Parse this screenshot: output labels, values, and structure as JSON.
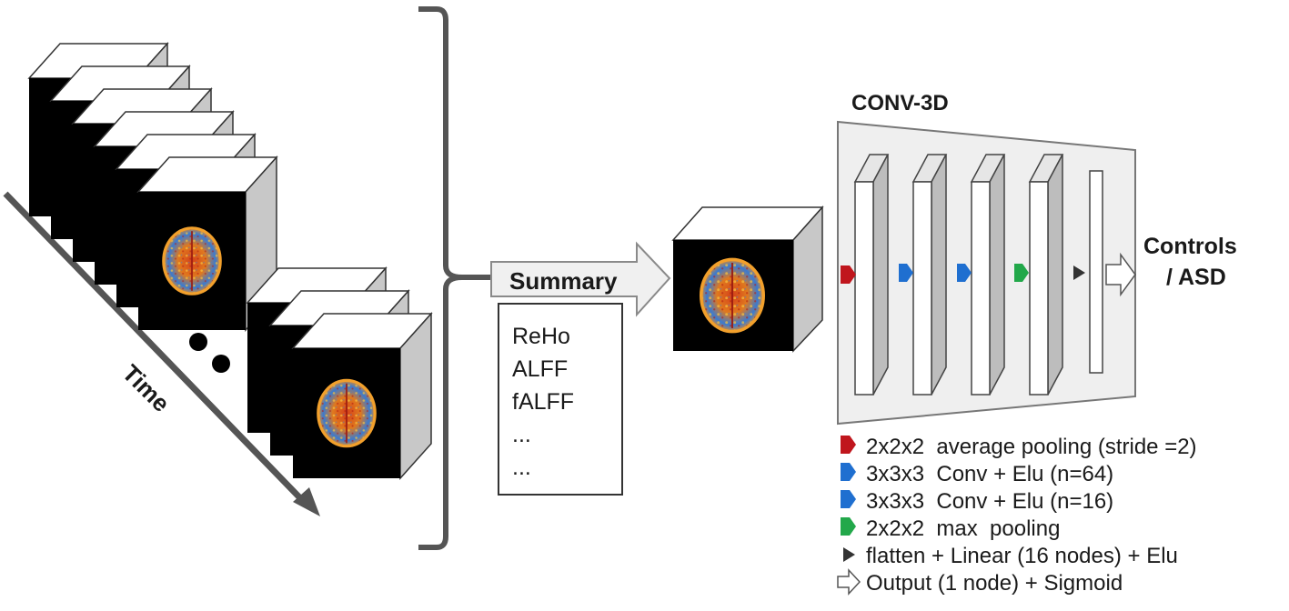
{
  "time_label": "Time",
  "summary_label": "Summary",
  "metrics": [
    "ReHo",
    "ALFF",
    "fALFF",
    "...",
    "..."
  ],
  "conv_title": "CONV-3D",
  "output_label": [
    "Controls",
    "/ ASD"
  ],
  "legend": [
    {
      "text": "2x2x2  average pooling (stride =2)",
      "icon": "red-pentagon-icon",
      "color": "#c0161d"
    },
    {
      "text": "3x3x3  Conv + Elu (n=64)",
      "icon": "blue-pentagon-icon",
      "color": "#1f6fd0"
    },
    {
      "text": "3x3x3  Conv + Elu (n=16)",
      "icon": "blue-pentagon-icon",
      "color": "#1f6fd0"
    },
    {
      "text": "2x2x2  max  pooling",
      "icon": "green-pentagon-icon",
      "color": "#22a84a"
    },
    {
      "text": "flatten + Linear (16 nodes) + Elu",
      "icon": "dark-triangle-icon",
      "color": "#333333"
    },
    {
      "text": "Output (1 node) + Sigmoid",
      "icon": "hollow-arrow-icon",
      "color": "#ffffff"
    }
  ]
}
